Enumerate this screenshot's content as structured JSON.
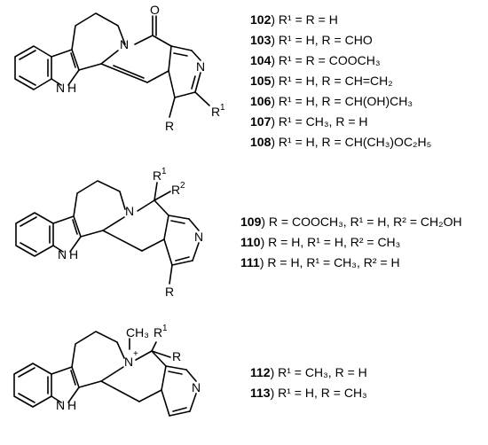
{
  "structure_a": {
    "atoms": {
      "O": "O",
      "NH": "N",
      "H": "H",
      "N_pyr": "N",
      "N_bridge": "N",
      "R": "R",
      "R1": "R",
      "R1_sup": "1"
    },
    "compounds": [
      {
        "num": "102",
        "text": ") R¹ = R = H"
      },
      {
        "num": "103",
        "text": ") R¹ = H, R = CHO"
      },
      {
        "num": "104",
        "text": ") R¹ = R = COOCH₃"
      },
      {
        "num": "105",
        "text": ") R¹ = H, R = CH=CH₂"
      },
      {
        "num": "106",
        "text": ") R¹ = H, R = CH(OH)CH₃"
      },
      {
        "num": "107",
        "text": ") R¹ = CH₃, R = H"
      },
      {
        "num": "108",
        "text": ") R¹ = H, R = CH(CH₃)OC₂H₅"
      }
    ]
  },
  "structure_b": {
    "atoms": {
      "NH": "N",
      "H": "H",
      "N_pyr": "N",
      "N_bridge": "N",
      "R": "R",
      "R1": "R",
      "R1_sup": "1",
      "R2": "R",
      "R2_sup": "2"
    },
    "compounds": [
      {
        "num": "109",
        "text": ") R = COOCH₃, R¹ = H, R² = CH₂OH"
      },
      {
        "num": "110",
        "text": ") R = H, R¹ = H, R² = CH₃"
      },
      {
        "num": "111",
        "text": ") R = H, R¹ = CH₃, R² = H"
      }
    ]
  },
  "structure_c": {
    "atoms": {
      "NH": "N",
      "H": "H",
      "N_pyr": "N",
      "N_plus": "N",
      "plus": "+",
      "CH3": "CH₃",
      "R1": "R",
      "R1_sup": "1",
      "R": "R"
    },
    "compounds": [
      {
        "num": "112",
        "text": ") R¹ = CH₃, R = H"
      },
      {
        "num": "113",
        "text": ") R¹ = H, R = CH₃"
      }
    ]
  }
}
